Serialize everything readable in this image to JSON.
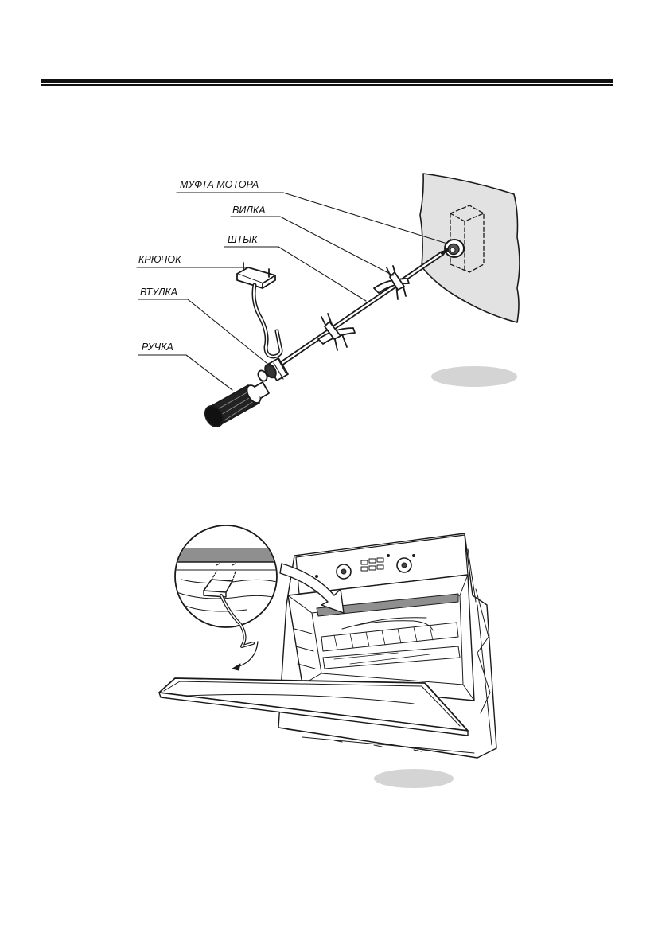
{
  "labels": {
    "motor_coupling": "МУФТА МОТОРА",
    "fork": "ВИЛКА",
    "spit": "ШТЫК",
    "hook": "КРЮЧОК",
    "bushing": "ВТУЛКА",
    "handle": "РУЧКА"
  },
  "colors": {
    "ink": "#1a1a1a",
    "wall_fill": "#e2e2e2",
    "figure_badge": "#d4d4d4",
    "door_strip": "#8f8f8f"
  }
}
